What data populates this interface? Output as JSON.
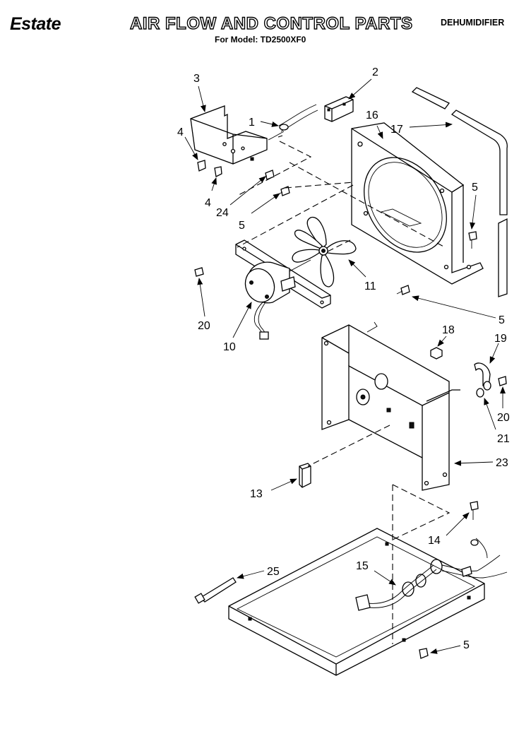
{
  "header": {
    "brand": "Estate",
    "title": "AIR FLOW AND CONTROL PARTS",
    "subtitle": "For Model: TD2500XF0",
    "category": "DEHUMIDIFIER"
  },
  "callouts": [
    {
      "id": "c1",
      "text": "1"
    },
    {
      "id": "c2",
      "text": "2"
    },
    {
      "id": "c3",
      "text": "3"
    },
    {
      "id": "c4a",
      "text": "4"
    },
    {
      "id": "c4b",
      "text": "4"
    },
    {
      "id": "c24",
      "text": "24"
    },
    {
      "id": "c5a",
      "text": "5"
    },
    {
      "id": "c16",
      "text": "16"
    },
    {
      "id": "c17",
      "text": "17"
    },
    {
      "id": "c5b",
      "text": "5"
    },
    {
      "id": "c11",
      "text": "11"
    },
    {
      "id": "c20a",
      "text": "20"
    },
    {
      "id": "c10",
      "text": "10"
    },
    {
      "id": "c5c",
      "text": "5"
    },
    {
      "id": "c18",
      "text": "18"
    },
    {
      "id": "c19",
      "text": "19"
    },
    {
      "id": "c20b",
      "text": "20"
    },
    {
      "id": "c21",
      "text": "21"
    },
    {
      "id": "c23",
      "text": "23"
    },
    {
      "id": "c13",
      "text": "13"
    },
    {
      "id": "c14",
      "text": "14"
    },
    {
      "id": "c25",
      "text": "25"
    },
    {
      "id": "c15",
      "text": "15"
    },
    {
      "id": "c5d",
      "text": "5"
    }
  ]
}
